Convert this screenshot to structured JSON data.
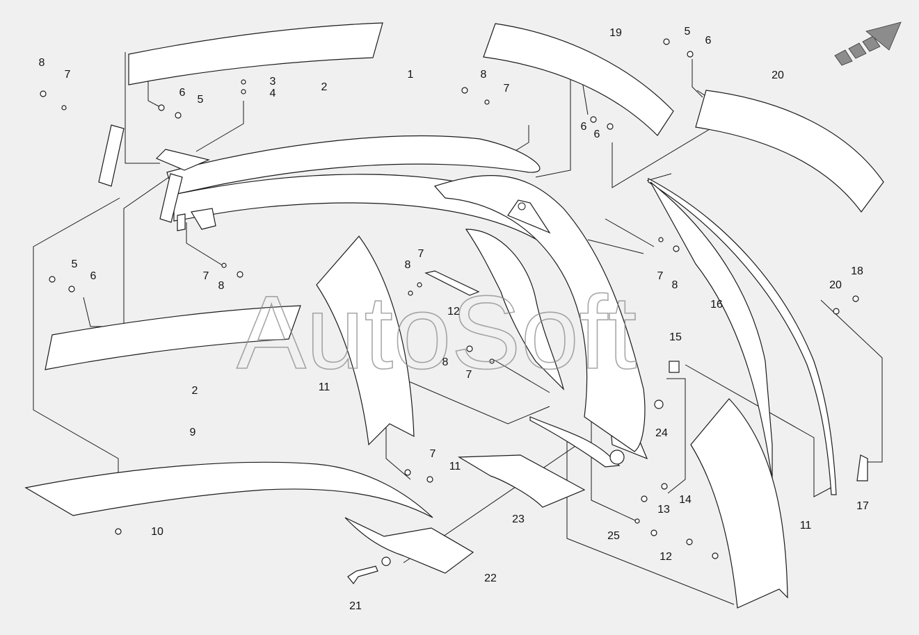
{
  "diagram": {
    "watermark": "AutoSoft",
    "callouts": [
      "1",
      "2",
      "2",
      "3",
      "4",
      "5",
      "5",
      "5",
      "6",
      "6",
      "6",
      "6",
      "6",
      "7",
      "7",
      "7",
      "7",
      "7",
      "7",
      "7",
      "8",
      "8",
      "8",
      "8",
      "8",
      "8",
      "9",
      "10",
      "11",
      "11",
      "11",
      "12",
      "12",
      "13",
      "14",
      "15",
      "16",
      "17",
      "18",
      "19",
      "20",
      "20",
      "21",
      "22",
      "23",
      "24",
      "25"
    ]
  },
  "colors": {
    "background": "#f0f0f0",
    "line": "#1a1a1a",
    "watermark": "#8a8a8a"
  },
  "icons": {
    "direction_arrow": "forward-arrow-icon"
  }
}
